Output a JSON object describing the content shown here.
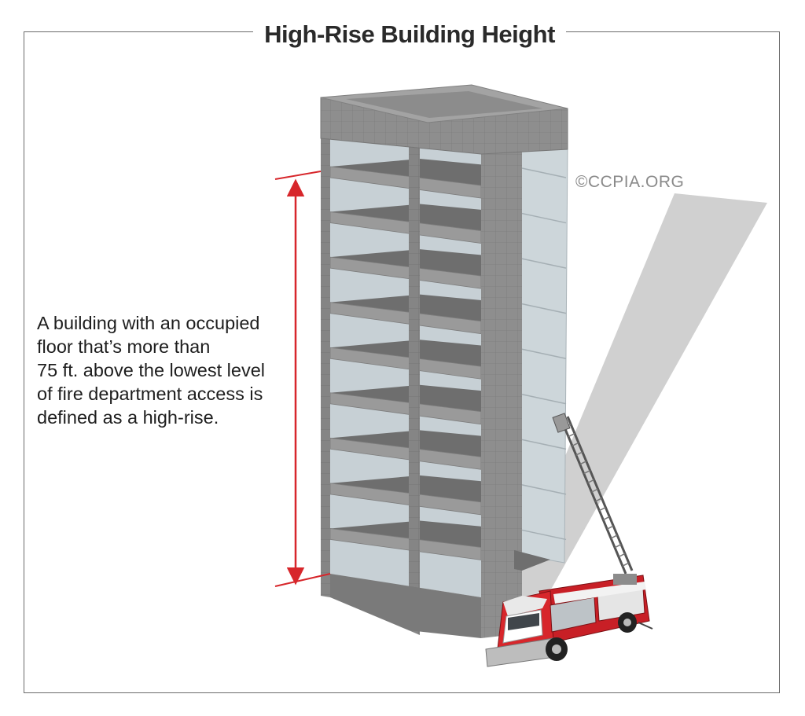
{
  "title": "High-Rise Building Height",
  "description": {
    "lines": [
      "A building with an occupied",
      "floor that’s more than",
      "75 ft. above the lowest level",
      "of fire department access is",
      "defined as a high-rise."
    ]
  },
  "copyright": "©CCPIA.ORG",
  "colors": {
    "dimension_arrow": "#d7262b",
    "concrete": "#8f8f8f",
    "slab_top": "#6f6f6f",
    "glass": "#c9d3d8",
    "fire_truck": "#d1232a",
    "frame": "#6b6b6b"
  },
  "floors": 10
}
